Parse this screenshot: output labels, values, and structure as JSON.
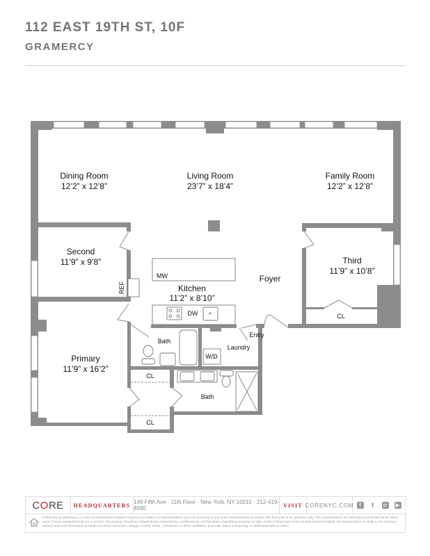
{
  "header": {
    "title": "112 EAST 19TH ST, 10F",
    "neighborhood": "GRAMERCY"
  },
  "plan": {
    "rooms": {
      "dining": {
        "name": "Dining Room",
        "size": "12’2” x 12’8”"
      },
      "living": {
        "name": "Living Room",
        "size": "23’7” x 18’4”"
      },
      "family": {
        "name": "Family Room",
        "size": "12’2” x 12’8”"
      },
      "second": {
        "name": "Second",
        "size": "11’9” x 9’8”"
      },
      "third": {
        "name": "Third",
        "size": "11’9” x 10’8”"
      },
      "kitchen": {
        "name": "Kitchen",
        "size": "11’2” x 8’10”"
      },
      "primary": {
        "name": "Primary",
        "size": "11’9” x 16’2”"
      },
      "foyer": {
        "name": "Foyer"
      },
      "entry": {
        "name": "Entry"
      },
      "laundry": {
        "name": "Laundry"
      },
      "bath1": {
        "name": "Bath"
      },
      "bath2": {
        "name": "Bath"
      }
    },
    "fixtures": {
      "mw": "MW",
      "ref": "REF",
      "dw": "DW",
      "wd": "W/D",
      "cl": "CL"
    },
    "wall_color": "#8c8c8c"
  },
  "footer": {
    "logo_pre": "C",
    "logo_o": "O",
    "logo_post": "RE",
    "hq_label": "HEADQUARTERS",
    "address": "149 Fifth Ave · 11th Floor · New York, NY 10010 · 212-419-8580",
    "visit_label": "VISIT",
    "website": "CORENYC.COM",
    "social_icons": [
      "facebook-icon",
      "twitter-icon",
      "instagram-icon",
      "youtube-icon"
    ],
    "disclaimer": "CORE Group Marketing LLC has not measured the subject Property and makes no representations as to the accuracy of any of the measurements provided. This floor plan is for guidance only. The measurements are estimates and should not be relied upon. If exact measurements are a concern, the property should be independently measured by a professional. All information regarding a property for sale, rental or financing is from sources deemed reliable. No representation is made to the accuracy thereof, and such information is subject to errors, omissions, change of price, rental, commission or other conditions, prior sale, lease or financing, or withdrawal without notice.",
    "accent_color": "#c0242b"
  }
}
